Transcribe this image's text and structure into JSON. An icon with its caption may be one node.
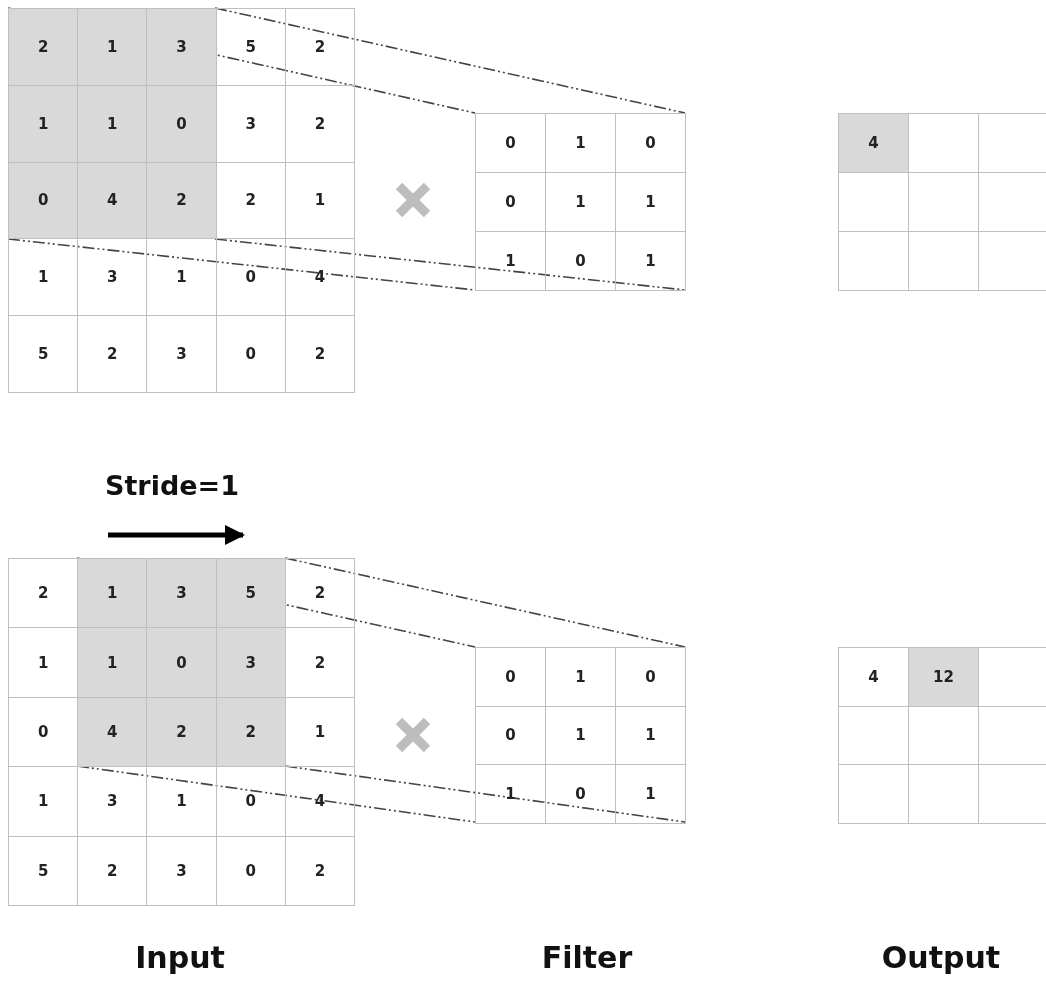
{
  "diagram": {
    "labels": [
      "2",
      "1",
      "3",
      "5",
      "2",
      "1",
      "1",
      "0",
      "3",
      "2",
      "0",
      "4",
      "2",
      "2",
      "1",
      "1",
      "3",
      "1",
      "0",
      "4",
      "5",
      "2",
      "3",
      "0",
      "2",
      "0",
      "1",
      "0",
      "0",
      "1",
      "1",
      "1",
      "0",
      "1",
      "4",
      "Stride=1",
      "2",
      "1",
      "3",
      "5",
      "2",
      "1",
      "1",
      "0",
      "3",
      "2",
      "0",
      "4",
      "2",
      "2",
      "1",
      "1",
      "3",
      "1",
      "0",
      "4",
      "5",
      "2",
      "3",
      "0",
      "2",
      "0",
      "1",
      "0",
      "0",
      "1",
      "1",
      "1",
      "0",
      "1",
      "4",
      "12",
      "Input",
      "Filter",
      "Output"
    ]
  }
}
